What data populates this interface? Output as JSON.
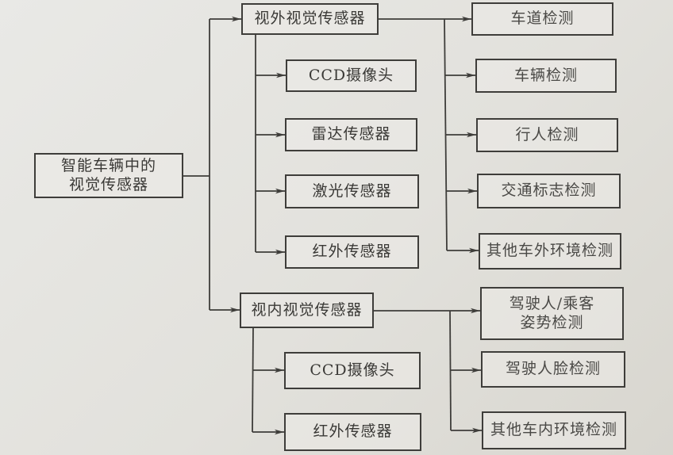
{
  "diagram": {
    "type": "tree",
    "root": {
      "label": "智能车辆中的\n视觉传感器"
    },
    "branches": [
      {
        "label": "视外视觉传感器",
        "sensors": [
          "CCD摄像头",
          "雷达传感器",
          "激光传感器",
          "红外传感器"
        ],
        "detections": [
          "车道检测",
          "车辆检测",
          "行人检测",
          "交通标志检测",
          "其他车外环境检测"
        ]
      },
      {
        "label": "视内视觉传感器",
        "sensors": [
          "CCD摄像头",
          "红外传感器"
        ],
        "detections": [
          "驾驶人/乘客\n姿势检测",
          "驾驶人脸检测",
          "其他车内环境检测"
        ]
      }
    ]
  },
  "colors": {
    "background": "#e4e3de",
    "line": "#3e3d3a",
    "text": "#3a3936"
  }
}
